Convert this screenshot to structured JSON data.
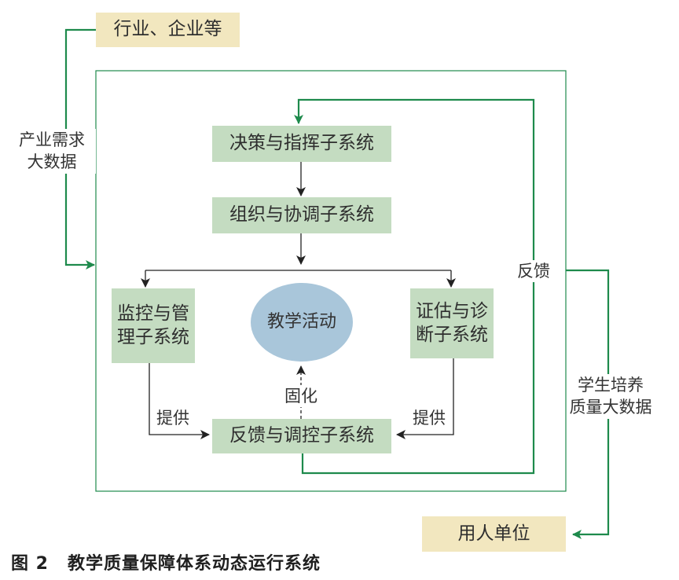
{
  "external": {
    "industry": "行业、企业等",
    "employers": "用人单位"
  },
  "subsystems": {
    "decision": "决策与指挥子系统",
    "organization": "组织与协调子系统",
    "monitoring_line1": "监控与管",
    "monitoring_line2": "理子系统",
    "evaluation_line1": "证估与诊",
    "evaluation_line2": "断子系统",
    "feedback_control": "反馈与调控子系统"
  },
  "center": {
    "teaching": "教学活动"
  },
  "edge_labels": {
    "industry_data_line1": "产业需求",
    "industry_data_line2": "大数据",
    "feedback": "反馈",
    "student_data_line1": "学生培养",
    "student_data_line2": "质量大数据",
    "provide_left": "提供",
    "provide_right": "提供",
    "solidify": "固化"
  },
  "caption": {
    "number": "图 2",
    "title": "教学质量保障体系动态运行系统"
  },
  "colors": {
    "green_line": "#1e8a4c",
    "black_line": "#222222",
    "subsystem_fill": "#c4dcc1",
    "external_fill": "#f2e7bf",
    "ellipse_fill": "#a9c6da"
  }
}
